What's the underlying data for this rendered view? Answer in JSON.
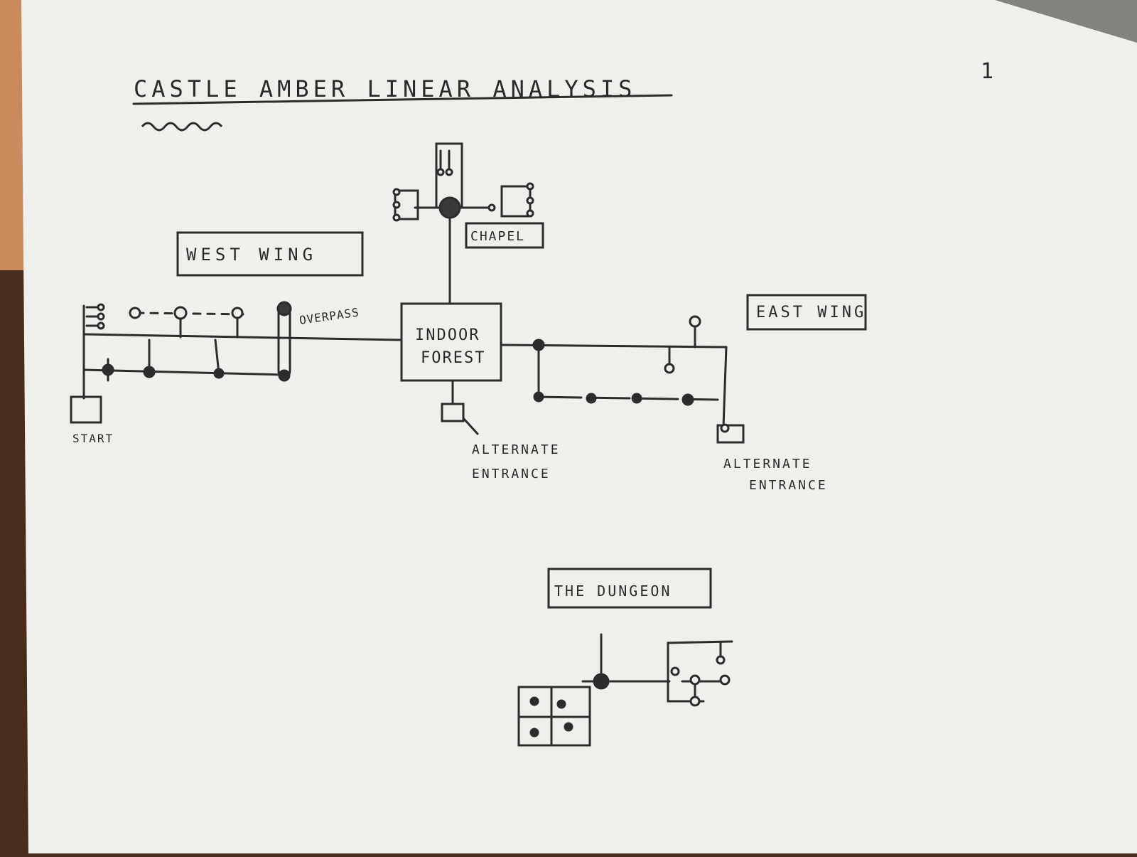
{
  "title": "CASTLE AMBER LINEAR ANALYSIS",
  "page_number": "1",
  "labels": {
    "west_wing": "WEST WING",
    "east_wing": "EAST WING",
    "chapel": "CHAPEL",
    "indoor_forest_line1": "INDOOR",
    "indoor_forest_line2": "FOREST",
    "overpass": "OVERPASS",
    "start": "START",
    "alt_entrance_1_line1": "ALTERNATE",
    "alt_entrance_1_line2": "ENTRANCE",
    "alt_entrance_2_line1": "ALTERNATE",
    "alt_entrance_2_line2": "ENTRANCE",
    "dungeon": "THE DUNGEON"
  },
  "colors": {
    "paper": "#f1f1ee",
    "ink": "#2c2c2c",
    "table": "#4a2c1a"
  }
}
